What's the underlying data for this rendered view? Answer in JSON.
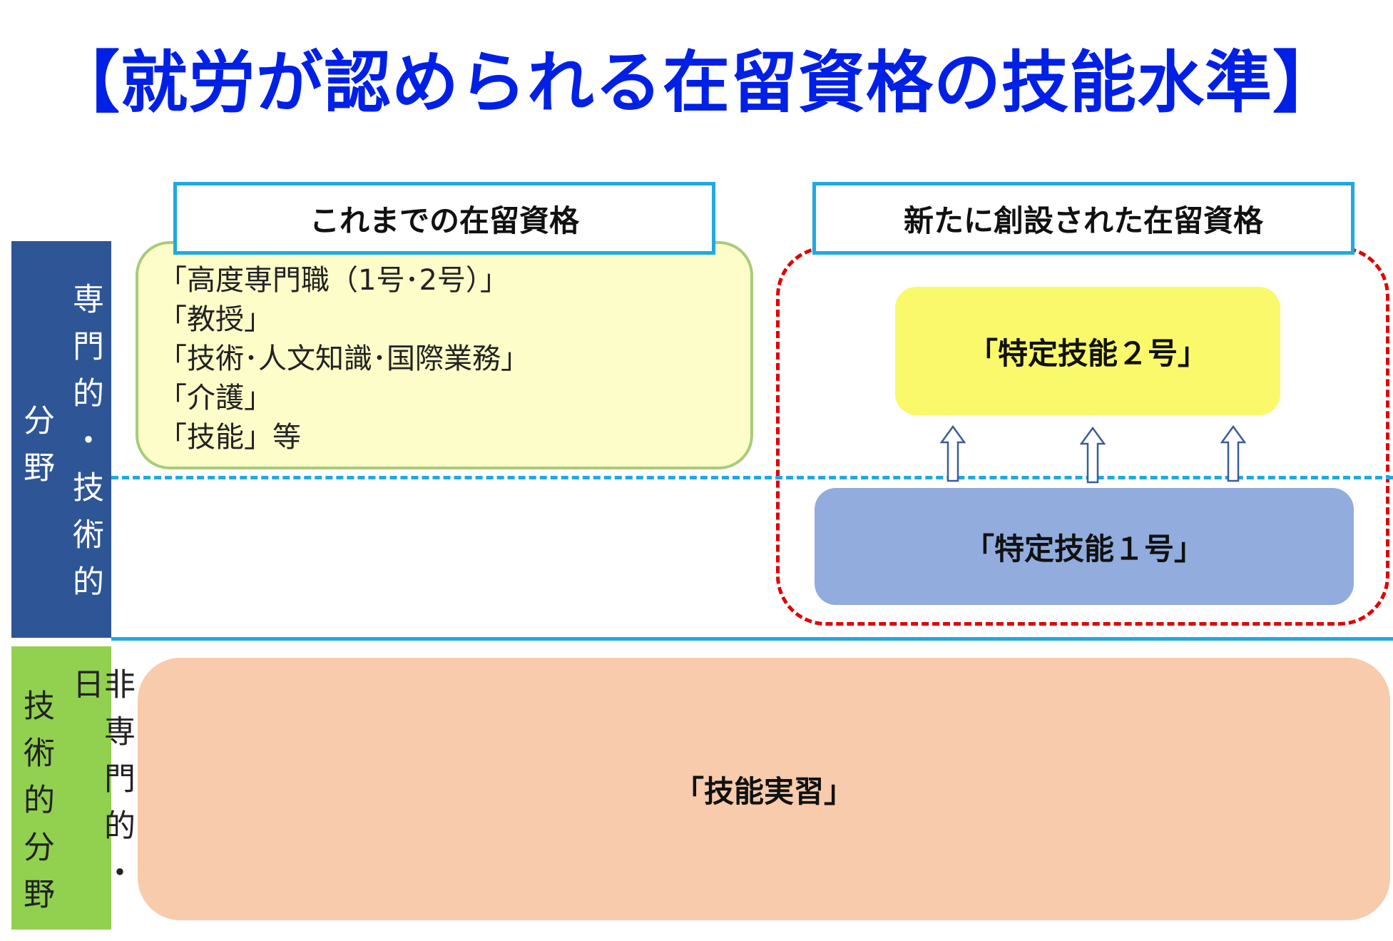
{
  "title": "【就労が認められる在留資格の技能水準】",
  "colors": {
    "title": "#0020e6",
    "band_professional": "#2e5596",
    "band_nonprofessional": "#92d050",
    "header_border": "#1fa9e1",
    "old_box_fill": "#fdfdc9",
    "tokutei2_fill": "#f9f96b",
    "tokutei1_fill": "#91acdd",
    "jisshu_fill": "#f7cbac",
    "new_frame_border": "#e00000",
    "divider": "#1fa9e1"
  },
  "bands": {
    "professional": {
      "col_left": "分野",
      "col_right": "専門的・技術的"
    },
    "nonprofessional": {
      "col_left": "技術的分野",
      "col_right": "非専門的・日"
    }
  },
  "headers": {
    "old": "これまでの在留資格",
    "new": "新たに創設された在留資格"
  },
  "old_statuses": [
    "「高度専門職（1号･2号）」",
    "「教授」",
    "「技術･人文知識･国際業務」",
    "「介護」",
    "「技能」等"
  ],
  "new_statuses": {
    "tokutei2": "「特定技能２号」",
    "tokutei1": "「特定技能１号」"
  },
  "arrows": [
    "up-arrow-icon",
    "up-arrow-icon",
    "up-arrow-icon"
  ],
  "jisshu": "「技能実習」"
}
